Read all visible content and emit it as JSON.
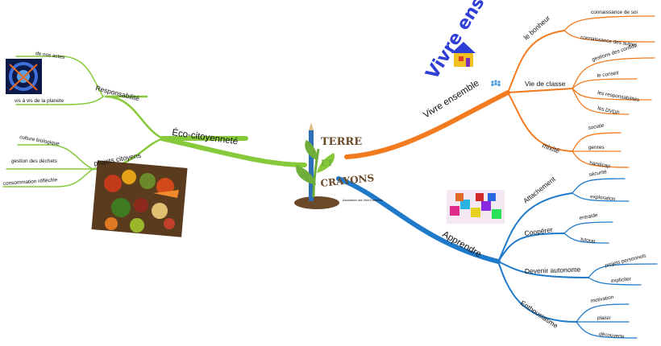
{
  "colors": {
    "green": "#86c93a",
    "orange": "#f27a1f",
    "blue": "#1f7ac9",
    "logo_brown": "#6b4a2a",
    "logo_green": "#6fae3a"
  },
  "center": {
    "logo_line1": "TERRE",
    "logo_line2": "ET",
    "logo_line3": "CRAYONS",
    "logo_sub": "Association des Vivre Ensemble"
  },
  "branches": {
    "eco": {
      "label": "Éco-citoyenneté",
      "responsabilite": {
        "label": "Responsabilité",
        "leaves": [
          "de nos actes",
          "vis à vis de la planète"
        ]
      },
      "projets": {
        "label": "projets citoyens",
        "leaves": [
          "culture biologique",
          "gestion des déchets",
          "consommation réfléchie"
        ]
      }
    },
    "vivre": {
      "label": "Vivre ensemble",
      "title_art": "Vivre ensemble",
      "bonheur": {
        "label": "le bonheur",
        "leaves": [
          "connaissance de soi",
          "connaissance des autres"
        ]
      },
      "vie_classe": {
        "label": "Vie de classe",
        "leaves": [
          "gestions des conflits",
          "le conseil",
          "les responsabilités",
          "les DVDP"
        ]
      },
      "mixite": {
        "label": "mixité",
        "leaves": [
          "sociale",
          "genres",
          "handicap"
        ]
      }
    },
    "apprendre": {
      "label": "Apprendre",
      "attachement": {
        "label": "Attachement",
        "leaves": [
          "sécurité",
          "exploration"
        ]
      },
      "cooperer": {
        "label": "Coopérer",
        "leaves": [
          "entraide",
          "tutorat"
        ]
      },
      "autonome": {
        "label": "Devenir autonome",
        "leaves": [
          "projets personnels",
          "expliciter"
        ]
      },
      "enthousiasme": {
        "label": "Enthousiasme",
        "leaves": [
          "motivation",
          "plaisir",
          "découverte"
        ]
      }
    }
  }
}
